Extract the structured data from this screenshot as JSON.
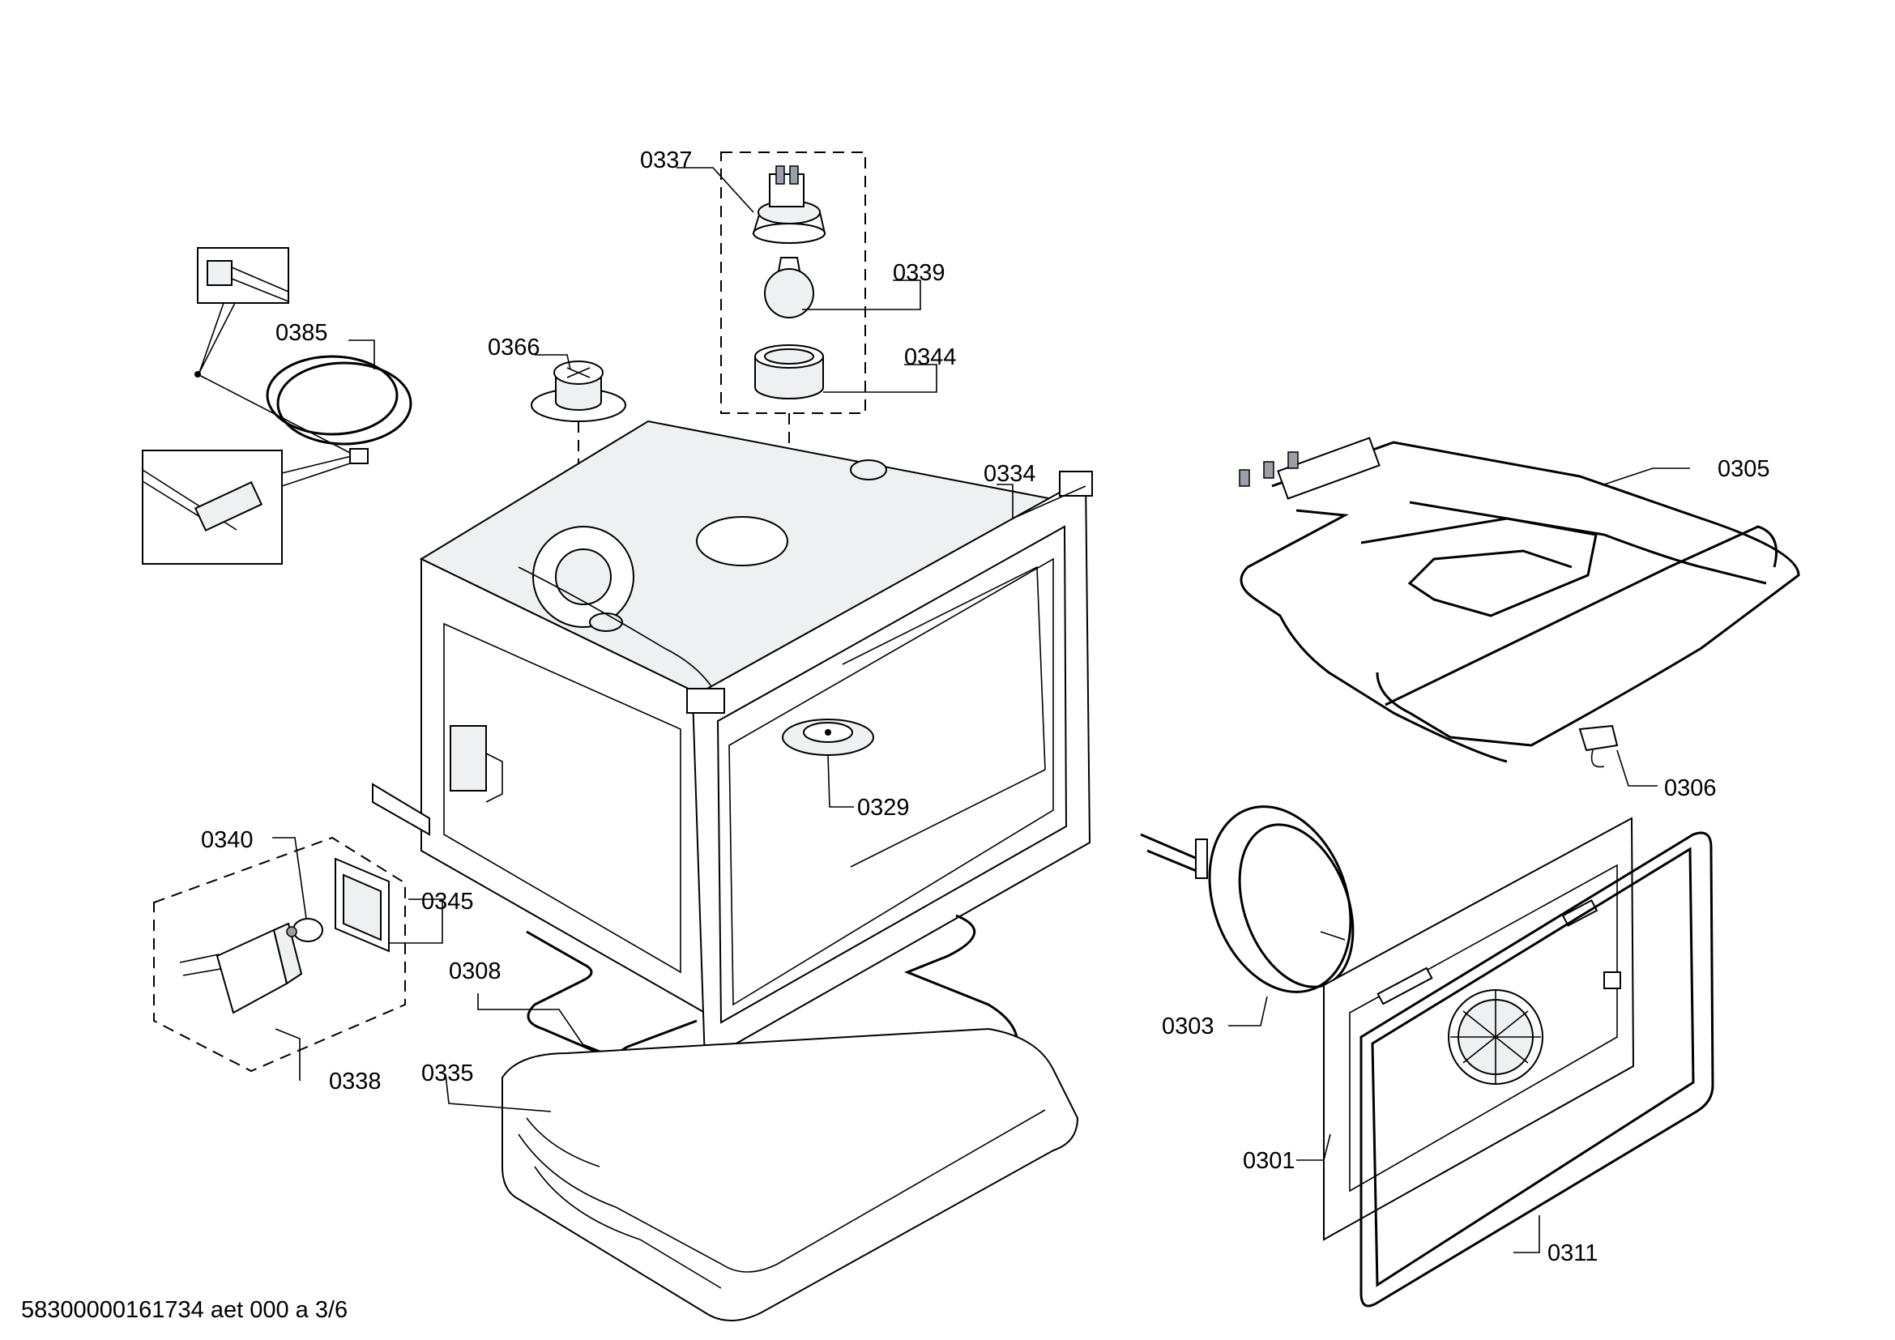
{
  "diagram": {
    "footer": "58300000161734 aet 000 a 3/6",
    "parts": [
      {
        "id": "p0337",
        "label": "0337"
      },
      {
        "id": "p0339",
        "label": "0339"
      },
      {
        "id": "p0344",
        "label": "0344"
      },
      {
        "id": "p0366",
        "label": "0366"
      },
      {
        "id": "p0385",
        "label": "0385"
      },
      {
        "id": "p0334",
        "label": "0334"
      },
      {
        "id": "p0305",
        "label": "0305"
      },
      {
        "id": "p0306",
        "label": "0306"
      },
      {
        "id": "p0329",
        "label": "0329"
      },
      {
        "id": "p0340",
        "label": "0340"
      },
      {
        "id": "p0345",
        "label": "0345"
      },
      {
        "id": "p0308",
        "label": "0308"
      },
      {
        "id": "p0338",
        "label": "0338"
      },
      {
        "id": "p0335",
        "label": "0335"
      },
      {
        "id": "p0303",
        "label": "0303"
      },
      {
        "id": "p0301",
        "label": "0301"
      },
      {
        "id": "p0311",
        "label": "0311"
      }
    ]
  }
}
